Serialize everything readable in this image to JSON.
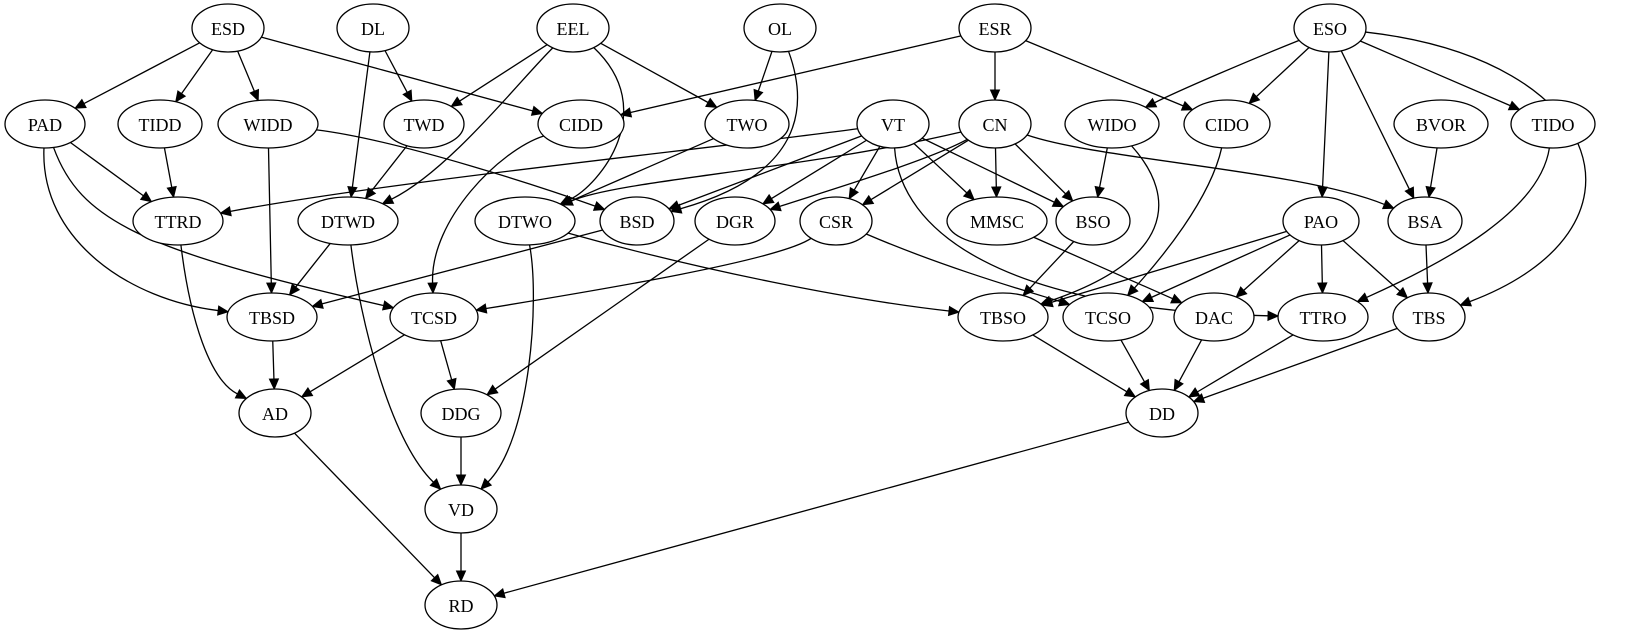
{
  "diagram": {
    "type": "directed-graph",
    "colors": {
      "stroke": "#000000",
      "fill": "#ffffff",
      "background": "#ffffff"
    },
    "nodes": [
      {
        "id": "ESD",
        "label": "ESD"
      },
      {
        "id": "DL",
        "label": "DL"
      },
      {
        "id": "EEL",
        "label": "EEL"
      },
      {
        "id": "OL",
        "label": "OL"
      },
      {
        "id": "ESR",
        "label": "ESR"
      },
      {
        "id": "ESO",
        "label": "ESO"
      },
      {
        "id": "PAD",
        "label": "PAD"
      },
      {
        "id": "TIDD",
        "label": "TIDD"
      },
      {
        "id": "WIDD",
        "label": "WIDD"
      },
      {
        "id": "TWD",
        "label": "TWD"
      },
      {
        "id": "CIDD",
        "label": "CIDD"
      },
      {
        "id": "TWO",
        "label": "TWO"
      },
      {
        "id": "VT",
        "label": "VT"
      },
      {
        "id": "CN",
        "label": "CN"
      },
      {
        "id": "WIDO",
        "label": "WIDO"
      },
      {
        "id": "CIDO",
        "label": "CIDO"
      },
      {
        "id": "BVOR",
        "label": "BVOR"
      },
      {
        "id": "TIDO",
        "label": "TIDO"
      },
      {
        "id": "TTRD",
        "label": "TTRD"
      },
      {
        "id": "DTWD",
        "label": "DTWD"
      },
      {
        "id": "DTWO",
        "label": "DTWO"
      },
      {
        "id": "BSD",
        "label": "BSD"
      },
      {
        "id": "DGR",
        "label": "DGR"
      },
      {
        "id": "CSR",
        "label": "CSR"
      },
      {
        "id": "MMSC",
        "label": "MMSC"
      },
      {
        "id": "BSO",
        "label": "BSO"
      },
      {
        "id": "PAO",
        "label": "PAO"
      },
      {
        "id": "BSA",
        "label": "BSA"
      },
      {
        "id": "TBSD",
        "label": "TBSD"
      },
      {
        "id": "TCSD",
        "label": "TCSD"
      },
      {
        "id": "TBSO",
        "label": "TBSO"
      },
      {
        "id": "TCSO",
        "label": "TCSO"
      },
      {
        "id": "DAC",
        "label": "DAC"
      },
      {
        "id": "TTRO",
        "label": "TTRO"
      },
      {
        "id": "TBS",
        "label": "TBS"
      },
      {
        "id": "AD",
        "label": "AD"
      },
      {
        "id": "DDG",
        "label": "DDG"
      },
      {
        "id": "DD",
        "label": "DD"
      },
      {
        "id": "VD",
        "label": "VD"
      },
      {
        "id": "RD",
        "label": "RD"
      }
    ],
    "edges": [
      {
        "from": "ESD",
        "to": "PAD"
      },
      {
        "from": "ESD",
        "to": "TIDD"
      },
      {
        "from": "ESD",
        "to": "WIDD"
      },
      {
        "from": "ESD",
        "to": "CIDD"
      },
      {
        "from": "DL",
        "to": "TWD"
      },
      {
        "from": "DL",
        "to": "DTWD"
      },
      {
        "from": "EEL",
        "to": "TWD"
      },
      {
        "from": "EEL",
        "to": "DTWD"
      },
      {
        "from": "EEL",
        "to": "DTWO"
      },
      {
        "from": "EEL",
        "to": "TWO"
      },
      {
        "from": "OL",
        "to": "TWO"
      },
      {
        "from": "OL",
        "to": "BSD"
      },
      {
        "from": "ESR",
        "to": "CIDD"
      },
      {
        "from": "ESR",
        "to": "CN"
      },
      {
        "from": "ESR",
        "to": "CIDO"
      },
      {
        "from": "ESO",
        "to": "WIDO"
      },
      {
        "from": "ESO",
        "to": "CIDO"
      },
      {
        "from": "ESO",
        "to": "PAO"
      },
      {
        "from": "ESO",
        "to": "BSA"
      },
      {
        "from": "ESO",
        "to": "TIDO"
      },
      {
        "from": "ESO",
        "to": "TBS"
      },
      {
        "from": "PAD",
        "to": "TTRD"
      },
      {
        "from": "PAD",
        "to": "TBSD"
      },
      {
        "from": "PAD",
        "to": "TCSD"
      },
      {
        "from": "TIDD",
        "to": "TTRD"
      },
      {
        "from": "WIDD",
        "to": "TBSD"
      },
      {
        "from": "WIDD",
        "to": "BSD"
      },
      {
        "from": "TWD",
        "to": "DTWD"
      },
      {
        "from": "CIDD",
        "to": "TCSD"
      },
      {
        "from": "TWO",
        "to": "DTWO"
      },
      {
        "from": "VT",
        "to": "TTRD"
      },
      {
        "from": "VT",
        "to": "BSD"
      },
      {
        "from": "VT",
        "to": "DGR"
      },
      {
        "from": "VT",
        "to": "CSR"
      },
      {
        "from": "VT",
        "to": "MMSC"
      },
      {
        "from": "VT",
        "to": "BSO"
      },
      {
        "from": "VT",
        "to": "TTRO"
      },
      {
        "from": "CN",
        "to": "DTWO"
      },
      {
        "from": "CN",
        "to": "DGR"
      },
      {
        "from": "CN",
        "to": "CSR"
      },
      {
        "from": "CN",
        "to": "MMSC"
      },
      {
        "from": "CN",
        "to": "BSO"
      },
      {
        "from": "CN",
        "to": "BSA"
      },
      {
        "from": "WIDO",
        "to": "BSO"
      },
      {
        "from": "WIDO",
        "to": "TBSO"
      },
      {
        "from": "CIDO",
        "to": "TCSO"
      },
      {
        "from": "BVOR",
        "to": "BSA"
      },
      {
        "from": "TIDO",
        "to": "TTRO"
      },
      {
        "from": "TTRD",
        "to": "AD"
      },
      {
        "from": "DTWD",
        "to": "TBSD"
      },
      {
        "from": "DTWD",
        "to": "VD"
      },
      {
        "from": "DTWO",
        "to": "TBSO"
      },
      {
        "from": "DTWO",
        "to": "VD"
      },
      {
        "from": "BSD",
        "to": "TBSD"
      },
      {
        "from": "DGR",
        "to": "DDG"
      },
      {
        "from": "CSR",
        "to": "TCSD"
      },
      {
        "from": "CSR",
        "to": "TCSO"
      },
      {
        "from": "MMSC",
        "to": "DAC"
      },
      {
        "from": "BSO",
        "to": "TBSO"
      },
      {
        "from": "PAO",
        "to": "TBSO"
      },
      {
        "from": "PAO",
        "to": "TCSO"
      },
      {
        "from": "PAO",
        "to": "DAC"
      },
      {
        "from": "PAO",
        "to": "TTRO"
      },
      {
        "from": "PAO",
        "to": "TBS"
      },
      {
        "from": "BSA",
        "to": "TBS"
      },
      {
        "from": "TBSD",
        "to": "AD"
      },
      {
        "from": "TCSD",
        "to": "AD"
      },
      {
        "from": "TCSD",
        "to": "DDG"
      },
      {
        "from": "DDG",
        "to": "VD"
      },
      {
        "from": "TBSO",
        "to": "DD"
      },
      {
        "from": "TCSO",
        "to": "DD"
      },
      {
        "from": "DAC",
        "to": "DD"
      },
      {
        "from": "TTRO",
        "to": "DD"
      },
      {
        "from": "TBS",
        "to": "DD"
      },
      {
        "from": "AD",
        "to": "RD"
      },
      {
        "from": "VD",
        "to": "RD"
      },
      {
        "from": "DD",
        "to": "RD"
      }
    ]
  }
}
